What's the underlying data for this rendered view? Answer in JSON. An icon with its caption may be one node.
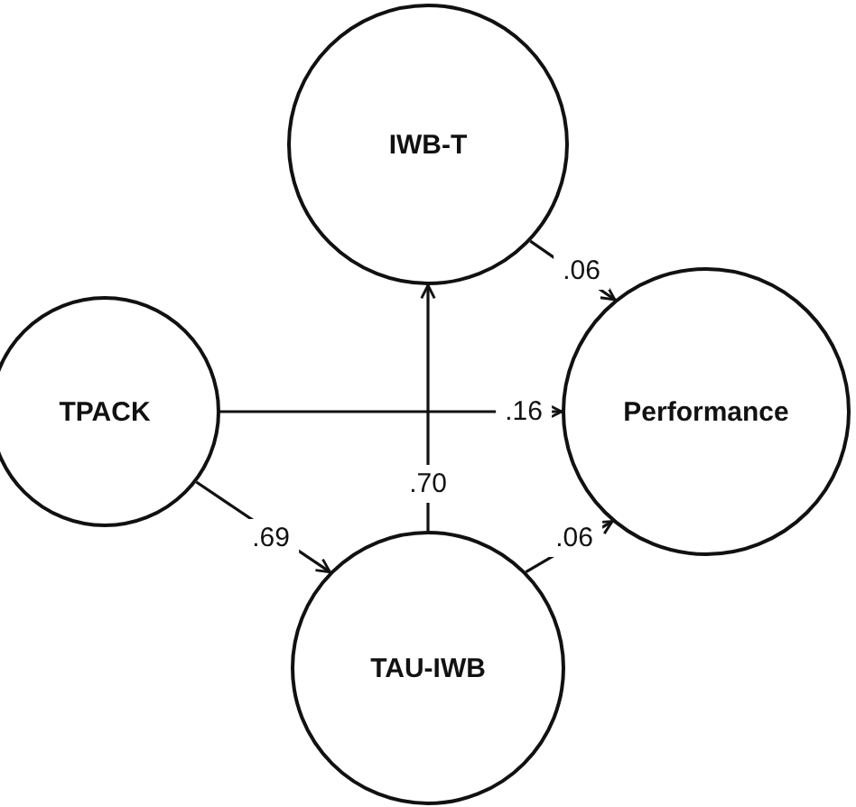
{
  "diagram": {
    "nodes": [
      {
        "text": [
          "IWB-T"
        ]
      },
      {
        "text": [
          "TPACK"
        ]
      },
      {
        "text": [
          "Performance"
        ]
      },
      {
        "text": [
          "TAU-IWB"
        ]
      }
    ],
    "edges": [
      {
        "from": 0,
        "to": 2,
        "arrow": "to",
        "label": ".06"
      },
      {
        "from": 1,
        "to": 2,
        "arrow": "to",
        "label": ".16"
      },
      {
        "from": 3,
        "to": 0,
        "arrow": "to",
        "label": ".70"
      },
      {
        "from": 1,
        "to": 3,
        "arrow": "to",
        "label": ".69"
      },
      {
        "from": 3,
        "to": 2,
        "arrow": "to",
        "label": ".06"
      }
    ]
  }
}
